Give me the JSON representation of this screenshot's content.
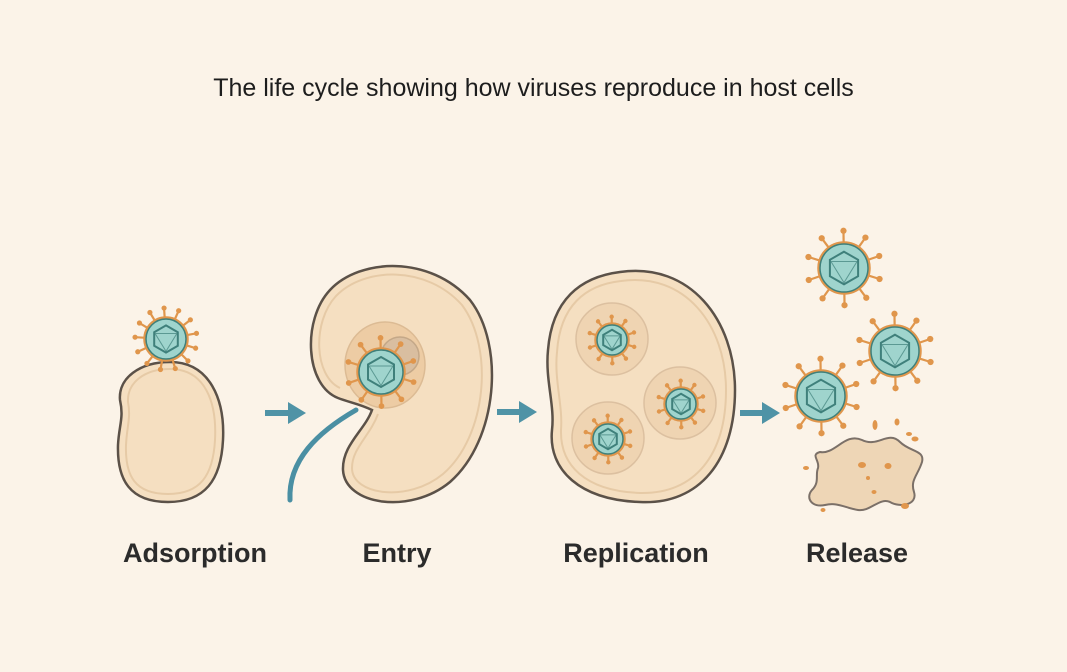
{
  "title": "The life cycle showing how viruses reproduce in host cells",
  "stages": [
    {
      "label": "Adsorption"
    },
    {
      "label": "Entry"
    },
    {
      "label": "Replication"
    },
    {
      "label": "Release"
    }
  ],
  "colors": {
    "background": "#fbf3e8",
    "cell_fill": "#f5dfc1",
    "cell_stroke": "#5b5148",
    "virus_fill": "#9fd4cd",
    "virus_stroke": "#3f807b",
    "spike": "#e0964c",
    "arrow": "#4f93a6"
  }
}
